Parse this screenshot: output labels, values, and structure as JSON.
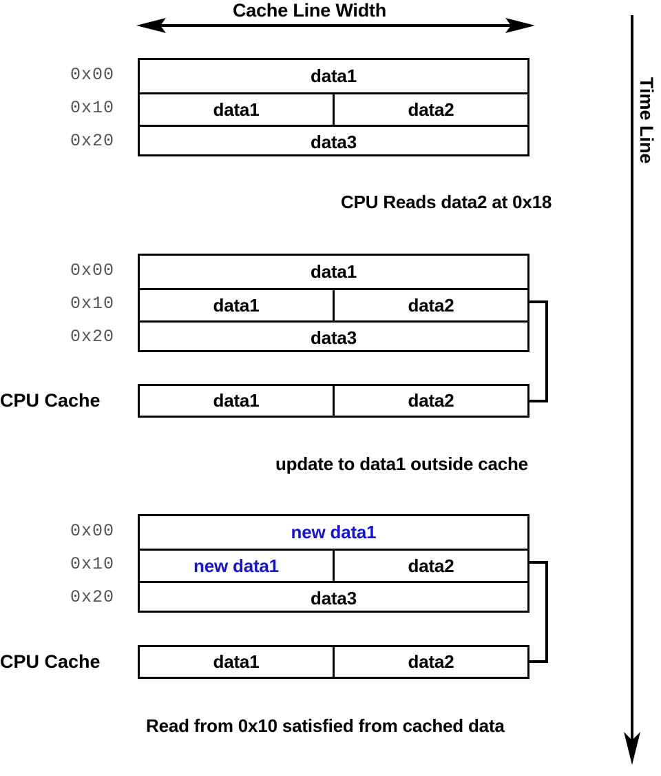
{
  "diagram": {
    "title": "Cache Line Width",
    "timeline_label": "Time Line",
    "addresses": [
      "0x00",
      "0x10",
      "0x20"
    ],
    "cache_label": "CPU Cache",
    "icons": {
      "width_arrow": "double-headed-horizontal-arrow-icon",
      "timeline_arrow": "downward-arrow-icon",
      "bracket": "cache-fill-bracket-icon"
    },
    "colors": {
      "ink": "#000000",
      "highlight": "#1414d2",
      "address_gray": "#555555",
      "background": "#ffffff"
    },
    "stages": [
      {
        "name": "initial-memory-state",
        "caption": "",
        "rows": [
          {
            "address": "0x00",
            "cells": [
              {
                "text": "data1",
                "highlight": false,
                "span": 2
              }
            ]
          },
          {
            "address": "0x10",
            "cells": [
              {
                "text": "data1",
                "highlight": false,
                "span": 1
              },
              {
                "text": "data2",
                "highlight": false,
                "span": 1
              }
            ]
          },
          {
            "address": "0x20",
            "cells": [
              {
                "text": "data3",
                "highlight": false,
                "span": 2
              }
            ]
          }
        ],
        "cache": null,
        "bracket": false
      },
      {
        "name": "after-cpu-read",
        "caption": "CPU Reads data2 at 0x18",
        "rows": [
          {
            "address": "0x00",
            "cells": [
              {
                "text": "data1",
                "highlight": false,
                "span": 2
              }
            ]
          },
          {
            "address": "0x10",
            "cells": [
              {
                "text": "data1",
                "highlight": false,
                "span": 1
              },
              {
                "text": "data2",
                "highlight": false,
                "span": 1
              }
            ]
          },
          {
            "address": "0x20",
            "cells": [
              {
                "text": "data3",
                "highlight": false,
                "span": 2
              }
            ]
          }
        ],
        "cache": {
          "label": "CPU Cache",
          "cells": [
            {
              "text": "data1",
              "highlight": false
            },
            {
              "text": "data2",
              "highlight": false
            }
          ]
        },
        "bracket": true
      },
      {
        "name": "after-external-update",
        "caption": "update to data1 outside cache",
        "rows": [
          {
            "address": "0x00",
            "cells": [
              {
                "text": "new data1",
                "highlight": true,
                "span": 2
              }
            ]
          },
          {
            "address": "0x10",
            "cells": [
              {
                "text": "new data1",
                "highlight": true,
                "span": 1
              },
              {
                "text": "data2",
                "highlight": false,
                "span": 1
              }
            ]
          },
          {
            "address": "0x20",
            "cells": [
              {
                "text": "data3",
                "highlight": false,
                "span": 2
              }
            ]
          }
        ],
        "cache": {
          "label": "CPU Cache",
          "cells": [
            {
              "text": "data1",
              "highlight": false
            },
            {
              "text": "data2",
              "highlight": false
            }
          ]
        },
        "bracket": true
      }
    ],
    "footer_caption": "Read from 0x10 satisfied from cached data"
  }
}
